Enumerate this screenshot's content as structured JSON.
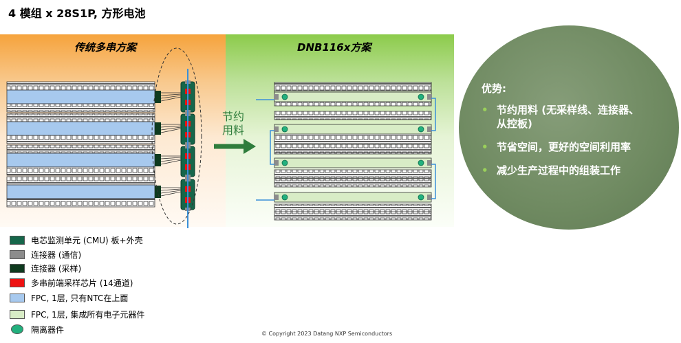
{
  "title": "4 模组 x 28S1P, 方形电池",
  "left_panel": {
    "title": "传统多串方案"
  },
  "right_panel": {
    "title": "DNB116x方案"
  },
  "arrow_label_lines": [
    "节约",
    "用料"
  ],
  "advantages": {
    "title": "优势:",
    "items": [
      {
        "lines": [
          "节约用料 (无采样线、连接器、",
          "从控板)"
        ]
      },
      {
        "lines": [
          "节省空间，更好的空间利用率"
        ]
      },
      {
        "lines": [
          "减少生产过程中的组装工作"
        ]
      }
    ]
  },
  "legend": [
    {
      "label": "电芯监测单元 (CMU)  板+外壳",
      "color": "#16664a",
      "shape": "rect"
    },
    {
      "label": "连接器 (通信)",
      "color": "#8c8c8c",
      "shape": "rect"
    },
    {
      "label": "连接器 (采样)",
      "color": "#0f3a1f",
      "shape": "rect"
    },
    {
      "label": "多串前端采样芯片 (14通道)",
      "color": "#ee1111",
      "shape": "rect"
    },
    {
      "label": "FPC, 1层, 只有NTC在上面",
      "color": "#a7c9ee",
      "shape": "rect"
    },
    {
      "label": "FPC, 1层, 集成所有电子元器件",
      "color": "#d8ecc6",
      "shape": "rect"
    },
    {
      "label": "隔离器件",
      "color": "#22b07d",
      "shape": "circle"
    }
  ],
  "colors": {
    "cmu": "#16664a",
    "comm_connector": "#8c8c8c",
    "sampling_connector": "#0f3a1f",
    "afe_chip": "#ee1111",
    "fpc_ntc": "#a7c9ee",
    "fpc_full": "#d8ecc6",
    "isolator": "#22b07d",
    "arrow": "#2f7d3c"
  },
  "copyright": "© Copyright 2023 Datang NXP Semiconductors"
}
